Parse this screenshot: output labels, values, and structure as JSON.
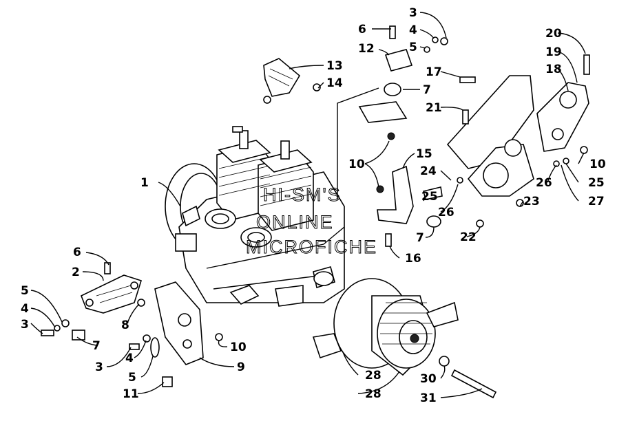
{
  "watermark": [
    "HI-SM'S",
    "ONLINE",
    "MICROFICHE"
  ],
  "callouts": [
    "1",
    "2",
    "3",
    "4",
    "5",
    "6",
    "7",
    "8",
    "9",
    "10",
    "11",
    "12",
    "13",
    "14",
    "15",
    "16",
    "17",
    "18",
    "19",
    "20",
    "21",
    "22",
    "23",
    "24",
    "25",
    "26",
    "27",
    "28",
    "30",
    "31"
  ],
  "colors": {
    "ink": "#000000",
    "paper": "#ffffff"
  }
}
